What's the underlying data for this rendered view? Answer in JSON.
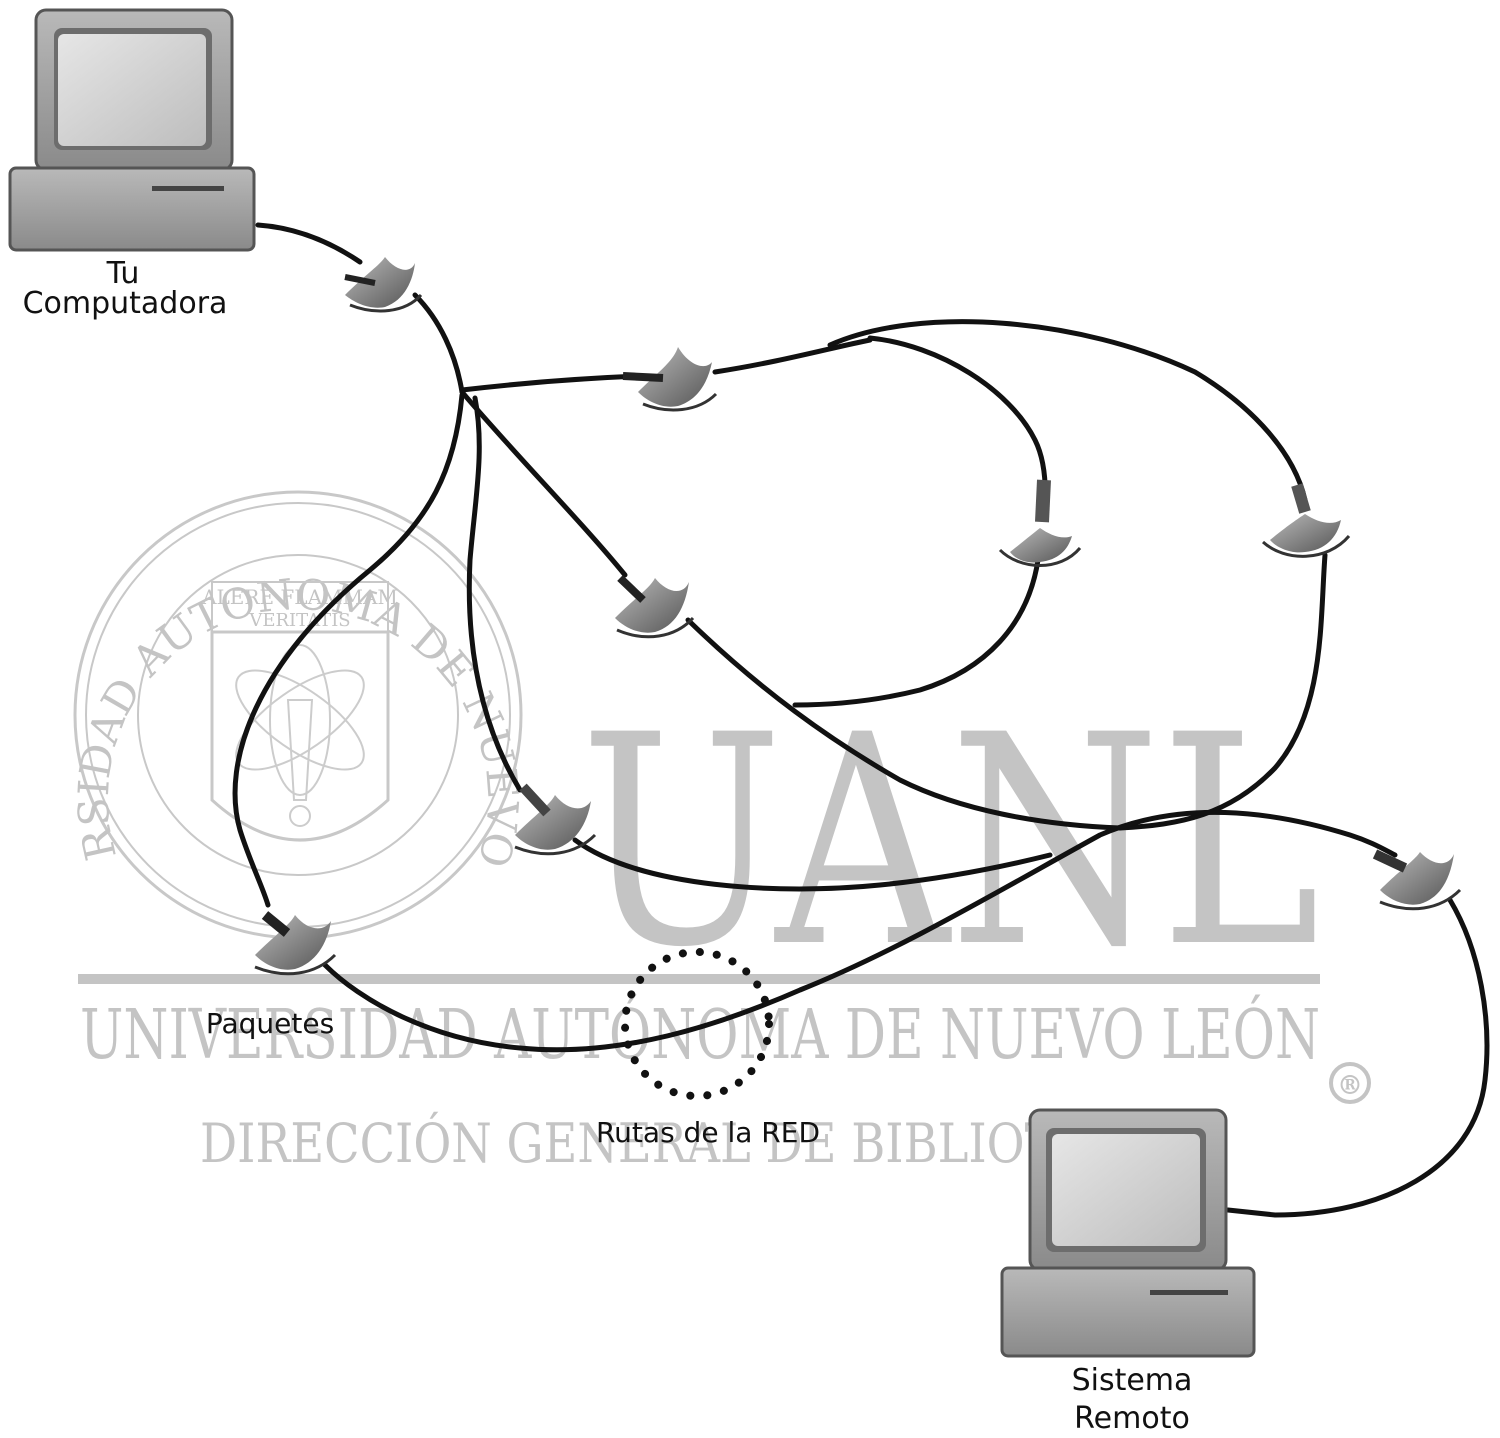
{
  "labels": {
    "tu": "Tu",
    "computadora": "Computadora",
    "sistema": "Sistema",
    "remoto": "Remoto",
    "paquetes": "Paquetes",
    "rutas": "Rutas de la  RED"
  },
  "watermark": {
    "big": "UANL",
    "university": "UNIVERSIDAD AUTÓNOMA DE NUEVO LEÓN",
    "direccion": "DIRECCIÓN GENERAL DE BIBLIOTECAS",
    "seal_ring": "UNIVERSIDAD AUTONOMA DE NUEVO LEON",
    "motto_line1": "ALERE FLAMMAM",
    "motto_line2": "VERITATIS",
    "registered": "®",
    "color": "#c4c4c4"
  },
  "icons": {
    "computer": "desktop-computer-icon",
    "node": "packet-node-icon"
  }
}
